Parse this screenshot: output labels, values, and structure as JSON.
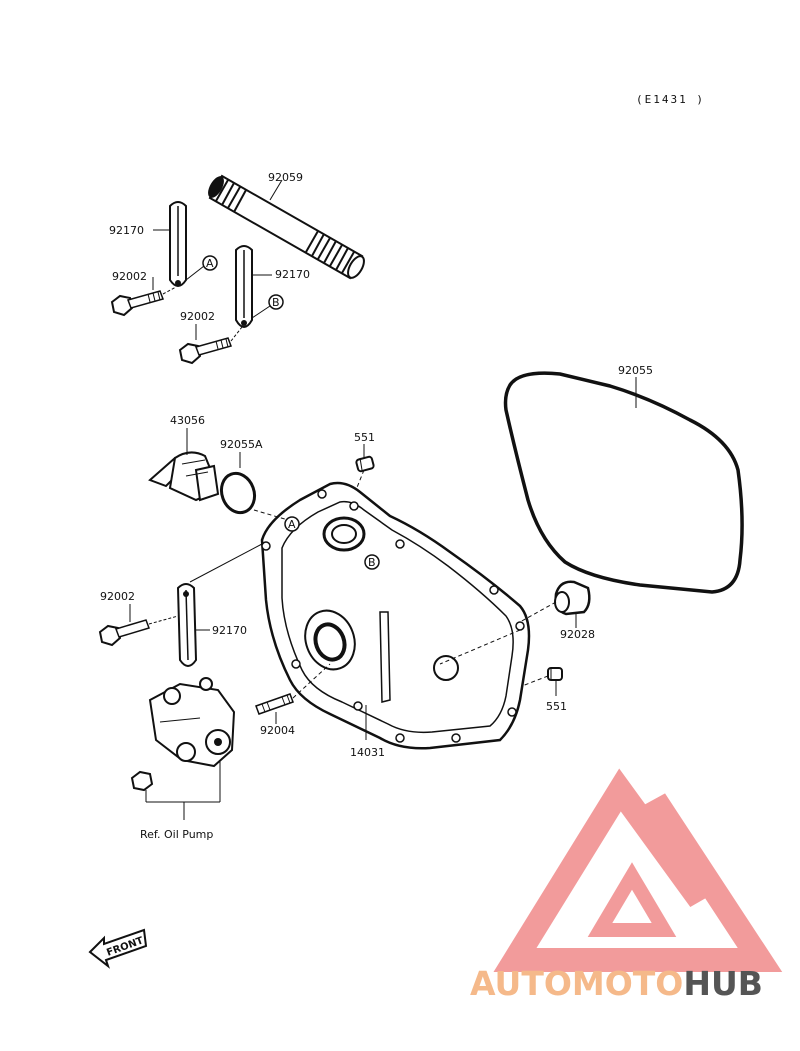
{
  "diagram": {
    "ref_code": "(E1431 )",
    "labels": {
      "p92059": "92059",
      "p92170_a": "92170",
      "p92002_a": "92002",
      "p92170_b": "92170",
      "p92002_b": "92002",
      "p92055": "92055",
      "p43056": "43056",
      "p92055a": "92055A",
      "p551_a": "551",
      "p92002_c": "92002",
      "p92170_c": "92170",
      "p92028": "92028",
      "p551_b": "551",
      "p92004": "92004",
      "p14031": "14031",
      "ref_oil_pump": "Ref. Oil Pump",
      "callout_a": "A",
      "callout_b": "B",
      "front": "FRONT"
    },
    "watermark": {
      "part1": "AUTOMOTO",
      "part2": "HUB",
      "color1": "#f5b98a",
      "color2": "#555555",
      "triangle_color": "#f08a8a"
    }
  }
}
